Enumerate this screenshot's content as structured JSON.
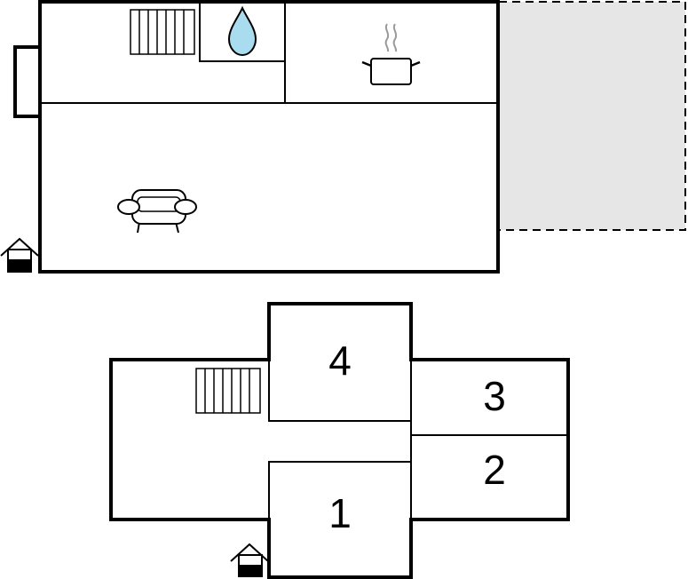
{
  "floors": [
    {
      "id": "ground-floor",
      "icons": [
        "stairs-icon",
        "bathroom-water-drop-icon",
        "kitchen-pot-icon",
        "living-room-sofa-icon",
        "entrance-house-icon"
      ],
      "terrace": "dashed-terrace-area"
    },
    {
      "id": "upper-floor",
      "icons": [
        "stairs-icon",
        "entrance-house-icon"
      ],
      "rooms": [
        {
          "number": "1"
        },
        {
          "number": "2"
        },
        {
          "number": "3"
        },
        {
          "number": "4"
        }
      ]
    }
  ],
  "colors": {
    "wall": "#000000",
    "terrace_fill": "#e6e6e6",
    "water_drop": "#a9dcee",
    "steam": "#9a9a9a"
  }
}
